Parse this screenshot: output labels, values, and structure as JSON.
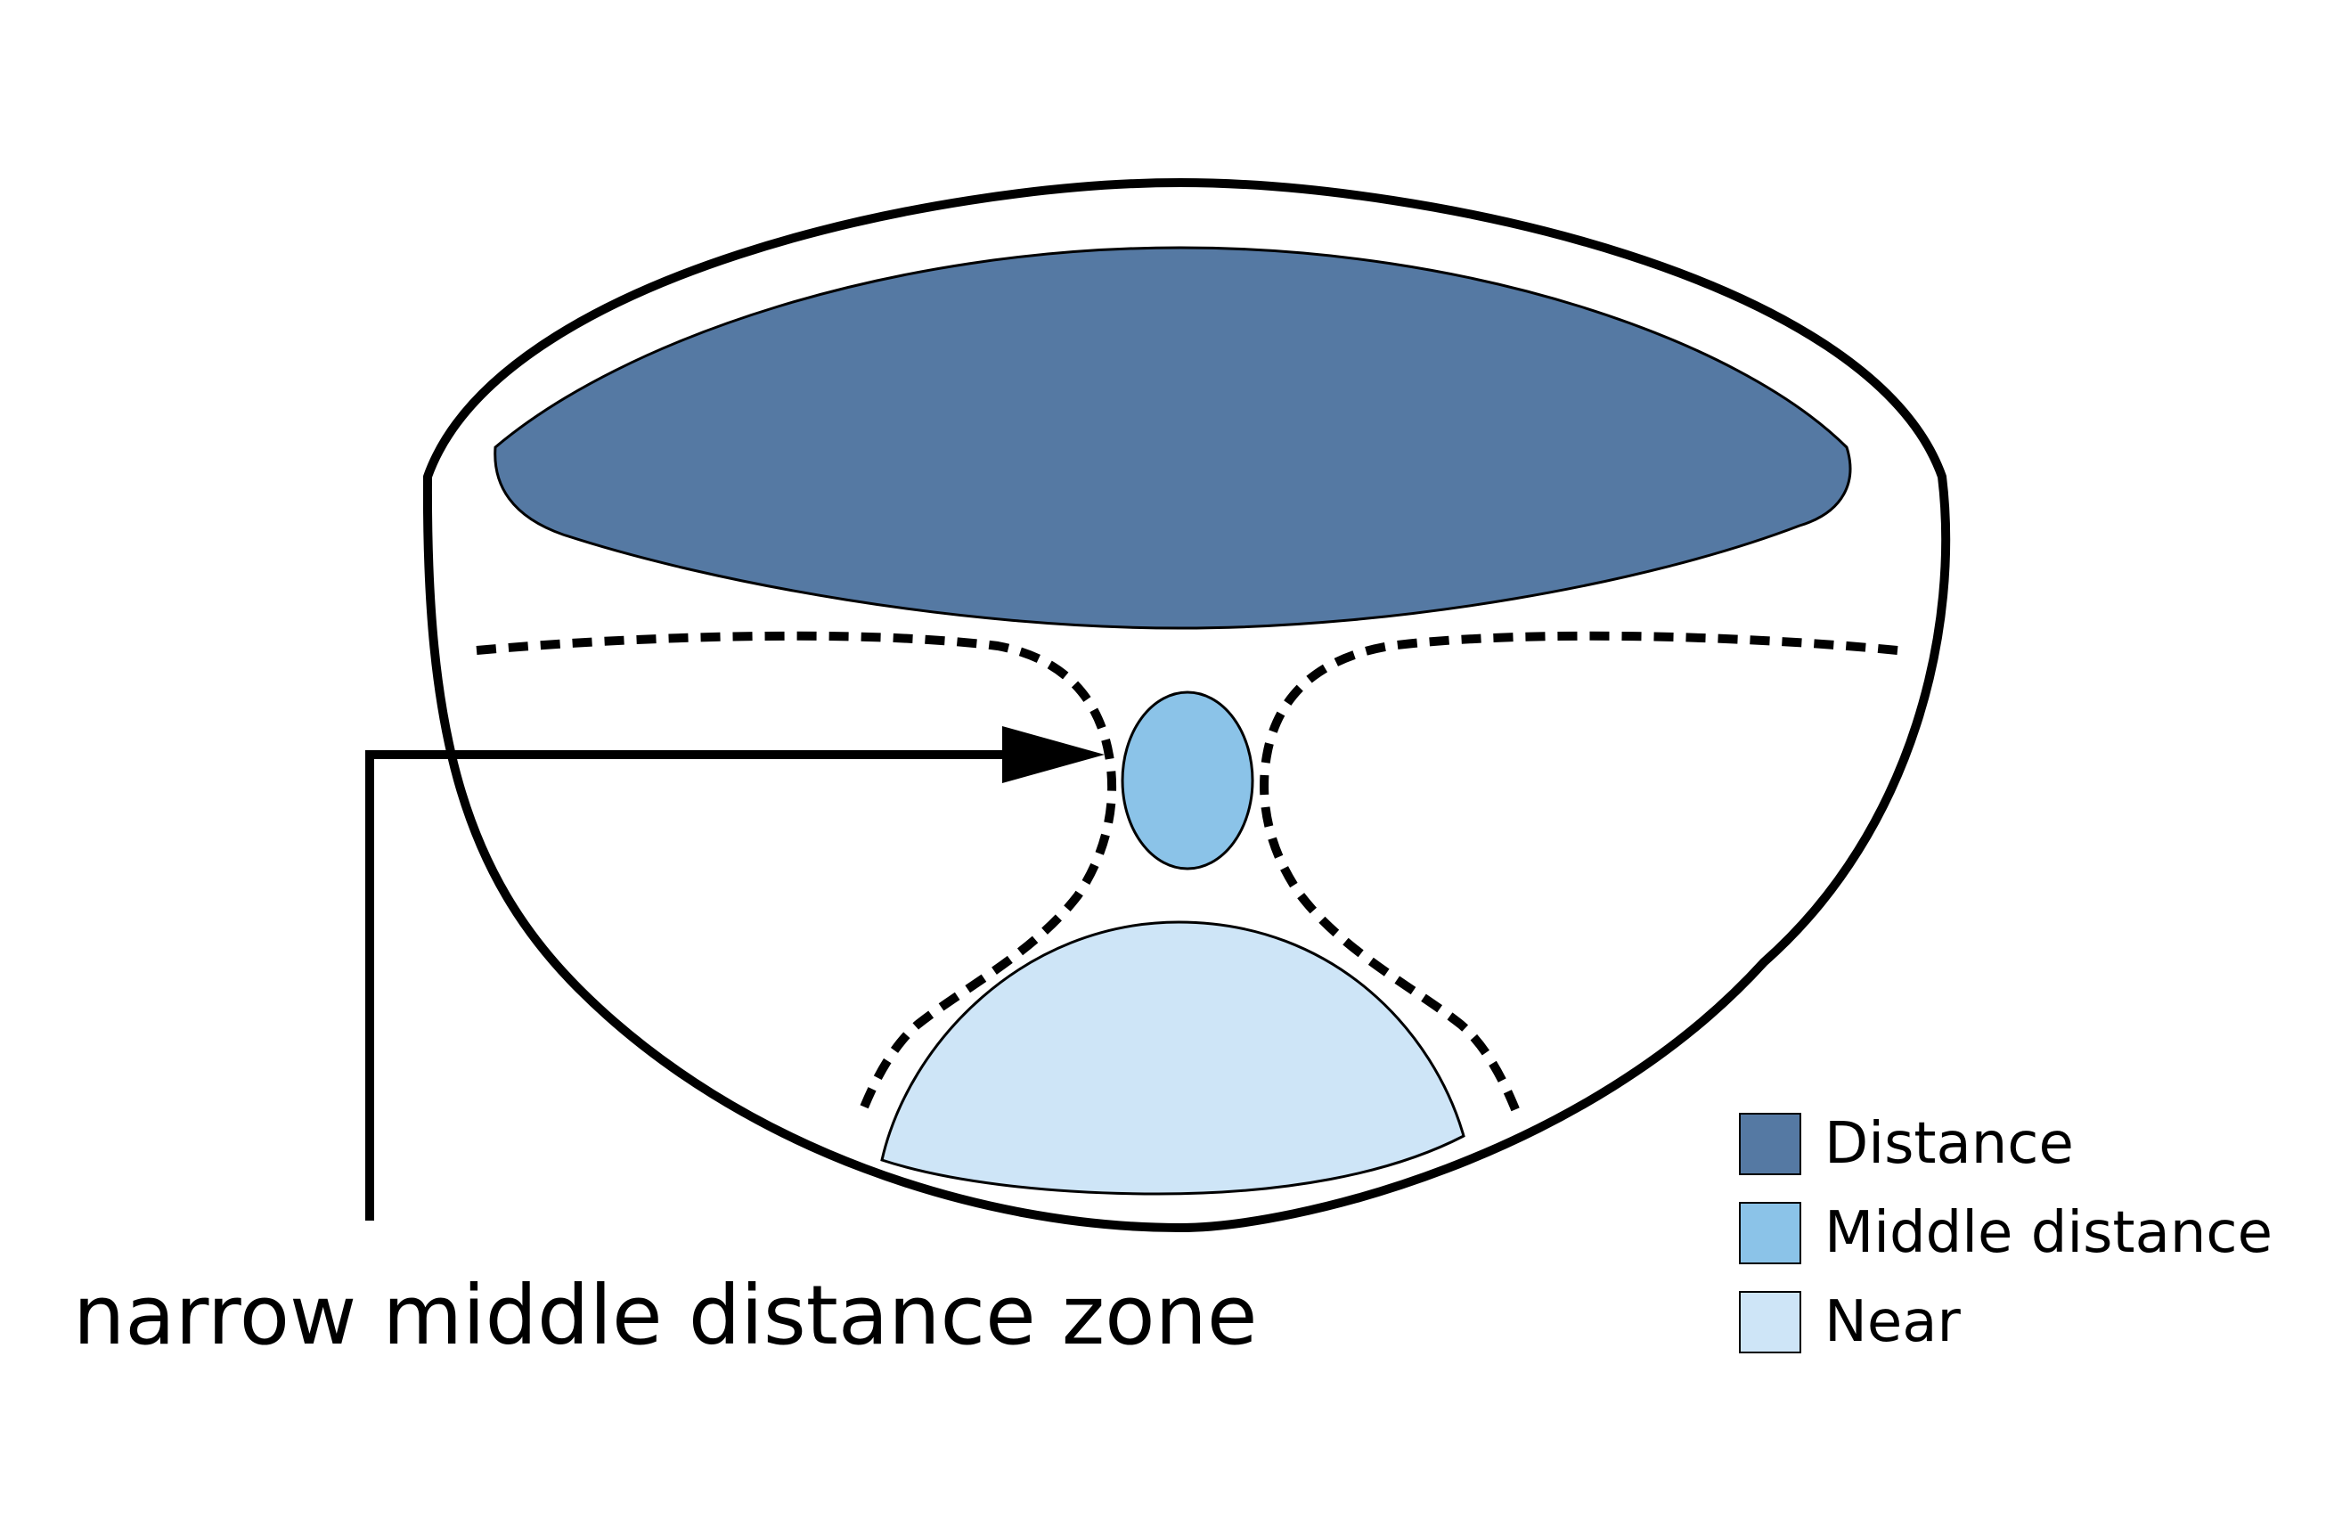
{
  "annotation": {
    "label": "narrow middle distance zone"
  },
  "zones": {
    "distance": {
      "color": "#5579A3"
    },
    "middle": {
      "color": "#8BC3E8"
    },
    "near": {
      "color": "#CEE5F7"
    }
  },
  "legend": {
    "items": [
      {
        "label": "Distance",
        "color": "#5579A3"
      },
      {
        "label": "Middle distance",
        "color": "#8BC3E8"
      },
      {
        "label": "Near",
        "color": "#CEE5F7"
      }
    ]
  }
}
